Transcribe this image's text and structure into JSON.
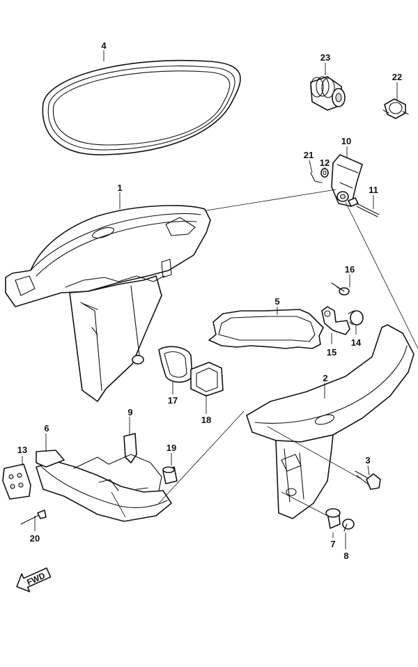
{
  "callouts": {
    "c1": "1",
    "c2": "2",
    "c3": "3",
    "c4": "4",
    "c5": "5",
    "c6": "6",
    "c7": "7",
    "c8": "8",
    "c9": "9",
    "c10": "10",
    "c11": "11",
    "c12": "12",
    "c13": "13",
    "c14": "14",
    "c15": "15",
    "c16": "16",
    "c17": "17",
    "c18": "18",
    "c19": "19",
    "c20": "20",
    "c21": "21",
    "c22": "22",
    "c23": "23"
  },
  "fwd_label": "FWD"
}
